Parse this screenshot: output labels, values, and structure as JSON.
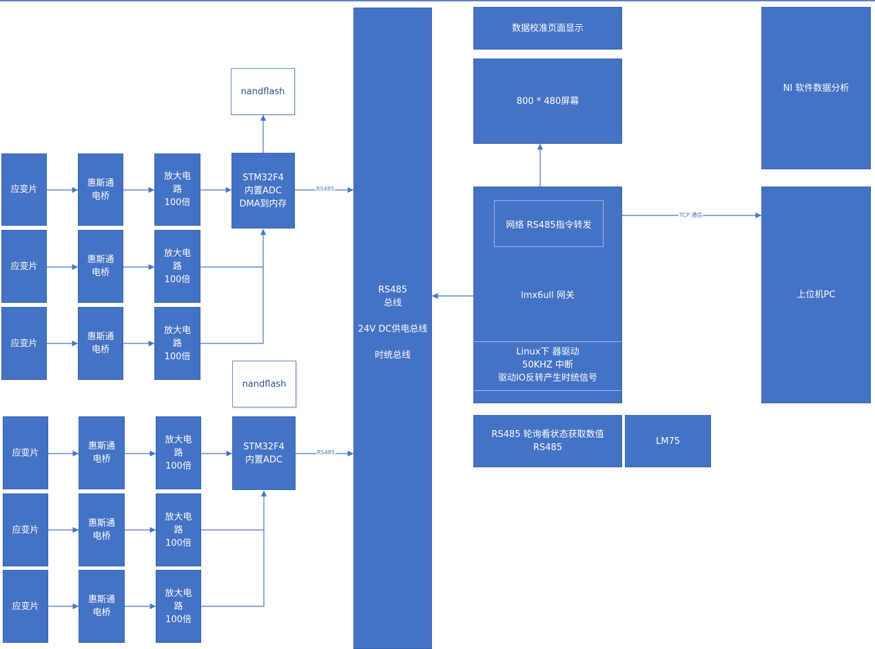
{
  "labels": {
    "strain_gauge": "应变片",
    "bridge": "惠斯通\n电桥",
    "amplifier": "放大电\n路\n100倍",
    "stm32_a": "STM32F4\n内置ADC\nDMA到内存",
    "stm32_b": "STM32F4\n内置ADC",
    "nandflash": "nandflash",
    "rs485": "RS485",
    "bus": "RS485\n总线\n\n24V DC供电总线\n\n时统总线",
    "calib_page": "数据校准页面显示",
    "screen": "800 * 480屏幕",
    "forward": "网络 RS485指令转发",
    "gateway": "lmx6ull 网关",
    "driver": "Linux下 器驱动\n50KHZ 中断\n驱动IO反转产生时统信号",
    "poll": "RS485 轮询看状态获取数值\nRS485",
    "lm75": "LM75",
    "ni": "NI 软件数据分析",
    "pc": "上位机PC",
    "tcp": "TCP 通信"
  },
  "colors": {
    "box_fill": "#4472c4",
    "line": "#4472c4",
    "text": "#ffffff"
  }
}
